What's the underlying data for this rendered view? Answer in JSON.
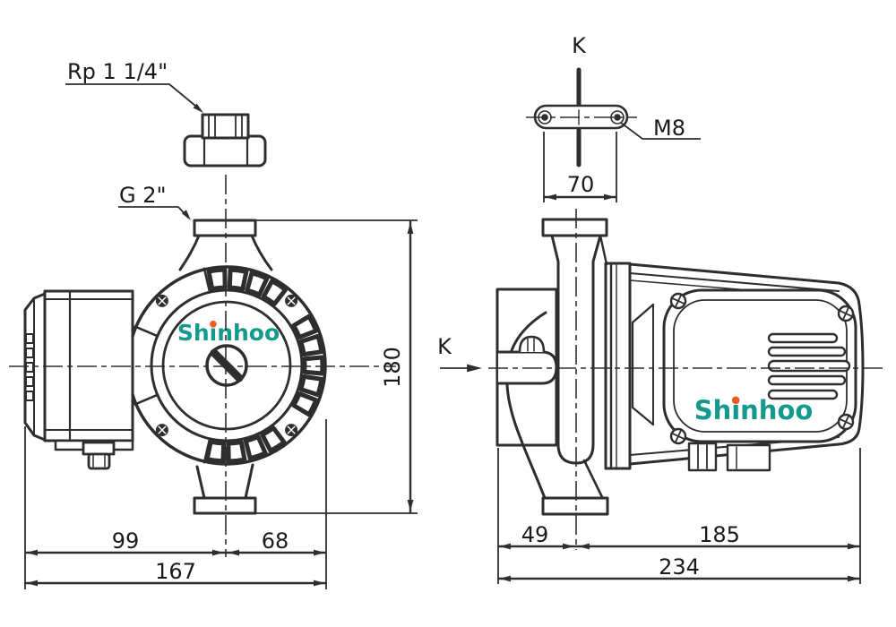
{
  "drawing": {
    "brand_logo": "Shinhoo",
    "colors": {
      "line": "#2e2e2e",
      "ink": "#1a1a1a",
      "teal": "#149a8c",
      "orange": "#f15a24"
    },
    "labels": {
      "top_port_thread": "Rp 1 1/4\"",
      "front_port_thread": "G 2\"",
      "section_mark": "K",
      "bolt_thread": "M8"
    },
    "dimensions": {
      "front_view": {
        "center_to_left": "99",
        "center_to_right": "68",
        "total_width": "167",
        "port_to_port_height": "180"
      },
      "side_view": {
        "flange_to_center": "49",
        "center_to_motor_end": "185",
        "total_length": "234"
      },
      "section_view": {
        "bolt_hole_spacing": "70"
      }
    }
  }
}
